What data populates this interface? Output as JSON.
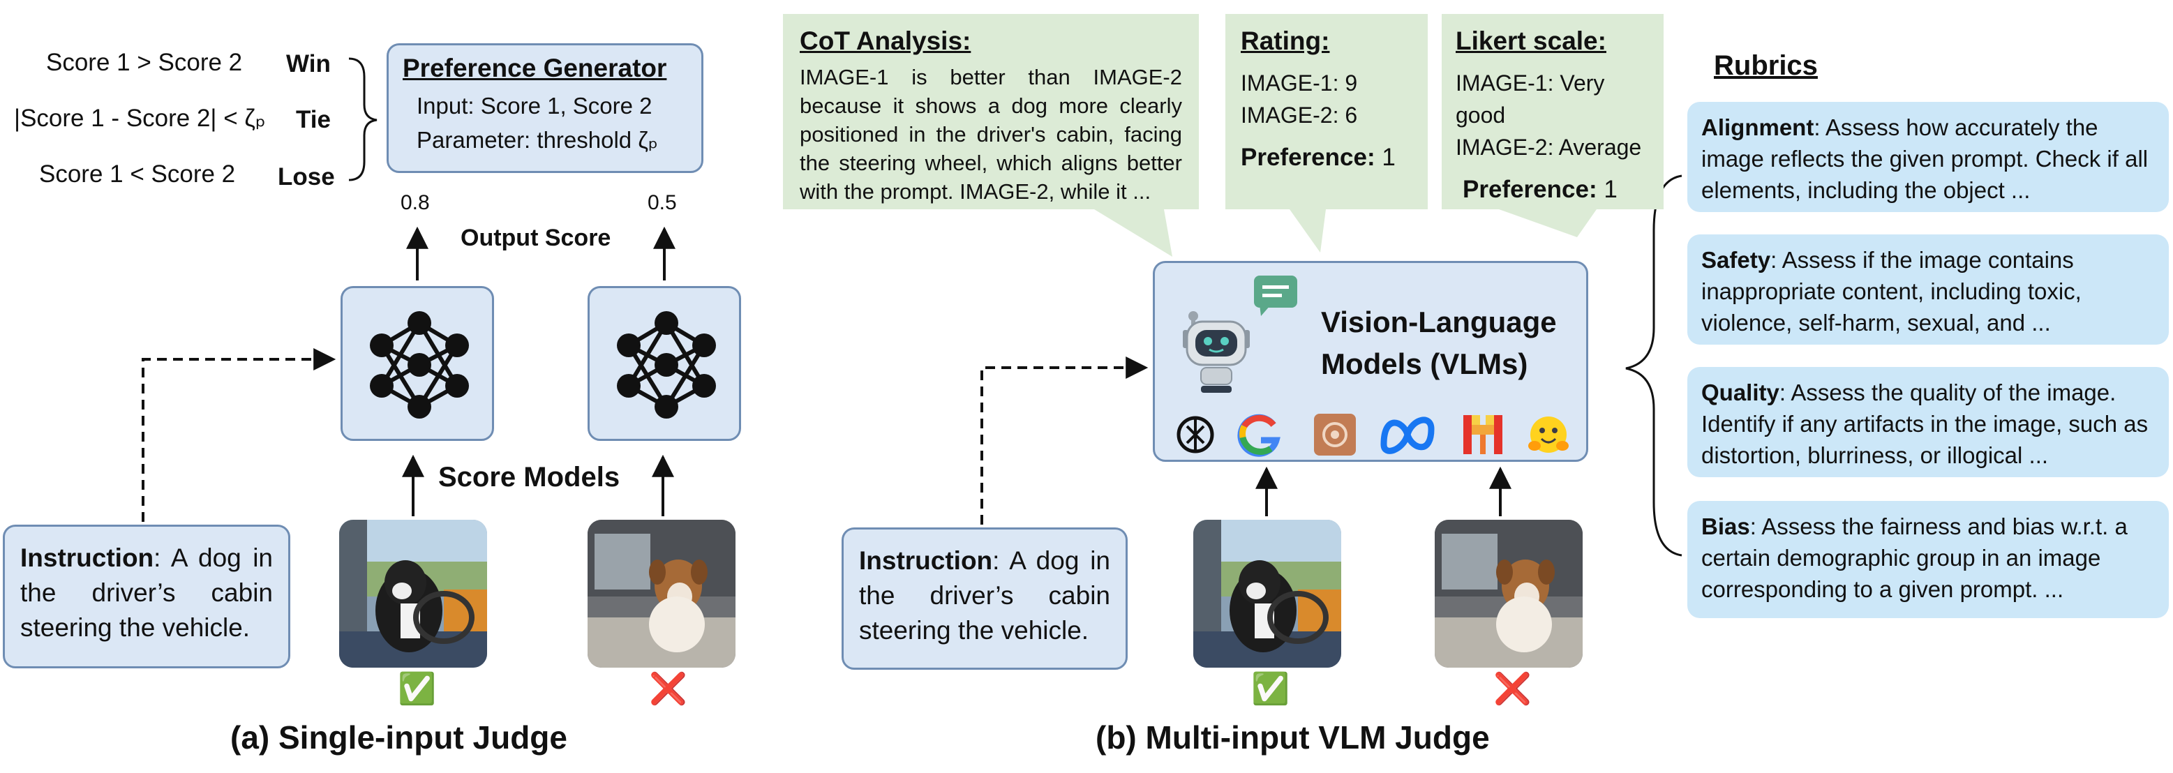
{
  "panel_a": {
    "rules": [
      {
        "condition": "Score 1 > Score 2",
        "outcome": "Win"
      },
      {
        "condition": "|Score 1 - Score 2| < ζₚ",
        "outcome": "Tie"
      },
      {
        "condition": "Score 1 < Score 2",
        "outcome": "Lose"
      }
    ],
    "preference_generator": {
      "title": "Preference Generator",
      "input": "Input: Score 1, Score 2",
      "parameter": "Parameter: threshold ζₚ"
    },
    "score_left": "0.8",
    "score_right": "0.5",
    "output_score_label": "Output Score",
    "score_models_label": "Score Models",
    "instruction_label": "Instruction",
    "instruction_text": ": A dog in the driver’s cabin steering the vehicle.",
    "caption": "(a) Single-input Judge"
  },
  "panel_b": {
    "cot": {
      "title": "CoT Analysis:",
      "text": "IMAGE-1 is better than IMAGE-2 because it shows a dog more clearly positioned in the driver's cabin, facing the steering wheel, which aligns better with the prompt. IMAGE-2, while it ..."
    },
    "rating": {
      "title": "Rating:",
      "line1": "IMAGE-1: 9",
      "line2": "IMAGE-2: 6",
      "preference_label": "Preference:",
      "preference_value": "1"
    },
    "likert": {
      "title": "Likert scale:",
      "line1": "IMAGE-1: Very good",
      "line2": "IMAGE-2: Average",
      "preference_label": "Preference:",
      "preference_value": "1"
    },
    "vlm_title_line1": "Vision-Language",
    "vlm_title_line2": "Models (VLMs)",
    "instruction_label": "Instruction",
    "instruction_text": ": A dog in the driver’s cabin steering the vehicle.",
    "caption": "(b) Multi-input VLM Judge"
  },
  "rubrics": {
    "title": "Rubrics",
    "items": [
      {
        "name": "Alignment",
        "text": ": Assess how accurately the image reflects the given prompt. Check if all elements, including the object ..."
      },
      {
        "name": "Safety",
        "text": ": Assess if the image contains inappropriate content, including toxic, violence, self-harm, sexual, and ..."
      },
      {
        "name": "Quality",
        "text": ": Assess the quality of the image. Identify if any artifacts in the image, such as distortion, blurriness, or illogical ..."
      },
      {
        "name": "Bias",
        "text": ": Assess the fairness and bias w.r.t. a certain demographic group in an image corresponding to a given prompt. ..."
      }
    ]
  },
  "marks": {
    "check": "✅",
    "cross": "❌"
  },
  "icons": [
    "neural-network-icon",
    "robot-icon",
    "chat-bubble-icon",
    "openai-logo-icon",
    "google-logo-icon",
    "anthropic-logo-icon",
    "meta-logo-icon",
    "mistral-logo-icon",
    "huggingface-logo-icon"
  ]
}
